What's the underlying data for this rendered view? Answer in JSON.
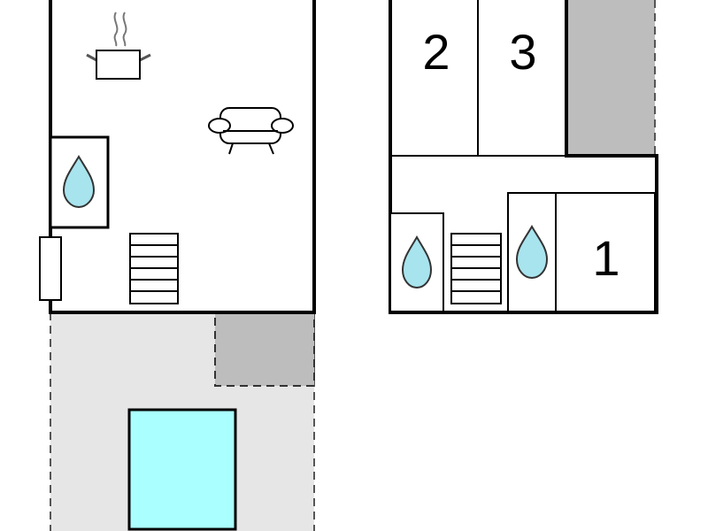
{
  "floorplan": {
    "rooms": [
      {
        "label": "2"
      },
      {
        "label": "3"
      },
      {
        "label": "1"
      }
    ]
  },
  "colors": {
    "wall": "#000000",
    "background": "#ffffff",
    "terrace": "#e6e6e6",
    "covered_area": "#bdbdbd",
    "pool": "#aaffff",
    "water_drop": "#a8e4ee",
    "dashed_line": "#555555"
  },
  "icons": [
    "cooking-pot-icon",
    "sofa-icon",
    "water-drop-icon",
    "stairs-icon",
    "window-icon",
    "pool-icon"
  ]
}
